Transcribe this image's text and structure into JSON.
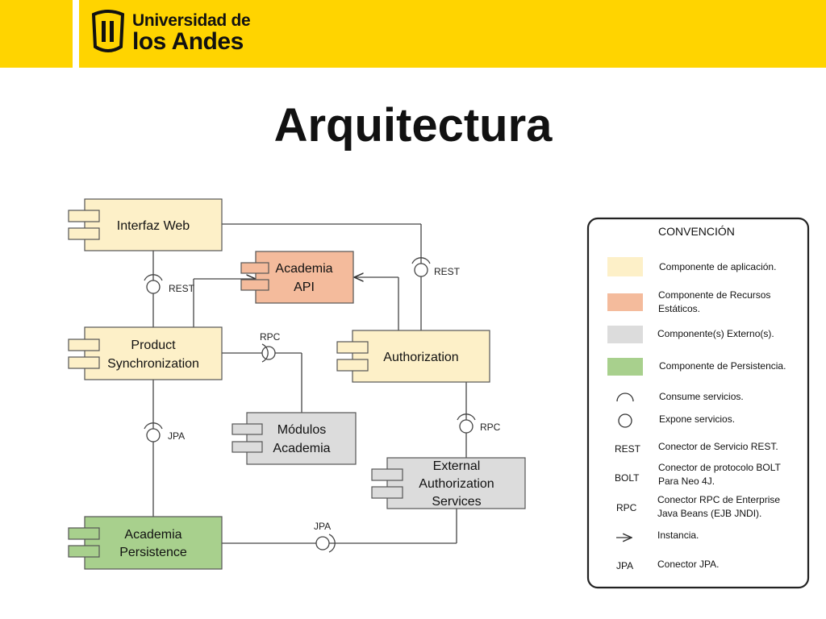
{
  "header": {
    "logo_line1": "Universidad de",
    "logo_line2": "los Andes",
    "accent_color": "#ffd400"
  },
  "title": "Arquitectura",
  "components": {
    "interfaz_web": {
      "label": [
        "Interfaz Web"
      ],
      "kind": "aplicacion"
    },
    "academia_api": {
      "label": [
        "Academia",
        "API"
      ],
      "kind": "recursos-estaticos"
    },
    "product_sync": {
      "label": [
        "Product",
        "Synchronization"
      ],
      "kind": "aplicacion"
    },
    "authorization": {
      "label": [
        "Authorization"
      ],
      "kind": "aplicacion"
    },
    "modulos_academia": {
      "label": [
        "Módulos",
        "Academia"
      ],
      "kind": "externo"
    },
    "external_auth": {
      "label": [
        "External",
        "Authorization",
        "Services"
      ],
      "kind": "externo"
    },
    "academia_persistence": {
      "label": [
        "Academia",
        "Persistence"
      ],
      "kind": "persistencia"
    }
  },
  "connectors": {
    "rest_left": "REST",
    "rest_right": "REST",
    "rpc_top": "RPC",
    "rpc_right": "RPC",
    "jpa_left": "JPA",
    "jpa_bottom": "JPA"
  },
  "colors": {
    "aplicacion": "#fdf0c8",
    "recursos": "#f4bb9c",
    "externo": "#dcdcdc",
    "persistencia": "#a8d08d"
  },
  "legend": {
    "title": "CONVENCIÓN",
    "items": [
      {
        "symbol": "swatch-app",
        "text": [
          "Componente de aplicación."
        ]
      },
      {
        "symbol": "swatch-static",
        "text": [
          "Componente de Recursos",
          "Estáticos."
        ]
      },
      {
        "symbol": "swatch-external",
        "text": [
          "Componente(s) Externo(s)."
        ]
      },
      {
        "symbol": "swatch-persist",
        "text": [
          "Componente de Persistencia."
        ]
      },
      {
        "symbol": "socket",
        "text": [
          "Consume servicios."
        ]
      },
      {
        "symbol": "ball",
        "text": [
          "Expone servicios."
        ]
      },
      {
        "symbol": "REST",
        "text": [
          "Conector de Servicio REST."
        ]
      },
      {
        "symbol": "BOLT",
        "text": [
          "Conector de protocolo BOLT",
          "Para Neo 4J."
        ]
      },
      {
        "symbol": "RPC",
        "text": [
          "Conector RPC de Enterprise",
          "Java Beans (EJB JNDI)."
        ]
      },
      {
        "symbol": "arrow",
        "text": [
          "Instancia."
        ]
      },
      {
        "symbol": "JPA",
        "text": [
          "Conector JPA."
        ]
      }
    ]
  }
}
